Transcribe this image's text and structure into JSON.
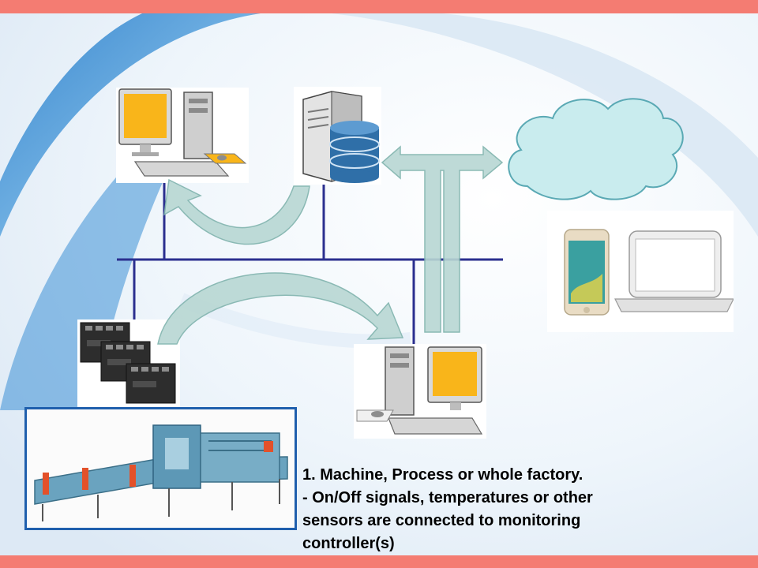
{
  "colors": {
    "accent_bar": "#f47c72",
    "network_line": "#2b2f8f",
    "flow_arrow_fill": "#b8d7d3",
    "flow_arrow_stroke": "#7fb3ad",
    "cloud_fill": "#c9ecee",
    "cloud_stroke": "#5aa9b4",
    "photo_border": "#1f5fad",
    "monitor_screen": "#f9b51a",
    "database": "#2f6fa8"
  },
  "icons": {
    "pc_top": "desktop-computer-icon",
    "server": "database-server-icon",
    "cloud": "cloud-icon",
    "mobile": "smartphone-icon",
    "laptop": "laptop-icon",
    "plc": "plc-controller-icon",
    "pc_bottom": "desktop-computer-icon",
    "factory": "packaging-machine-icon"
  },
  "caption": {
    "line1": "1. Machine, Process or whole factory.",
    "line2": "- On/Off signals, temperatures or other",
    "line3": "sensors are connected to monitoring",
    "line4": "controller(s)"
  }
}
